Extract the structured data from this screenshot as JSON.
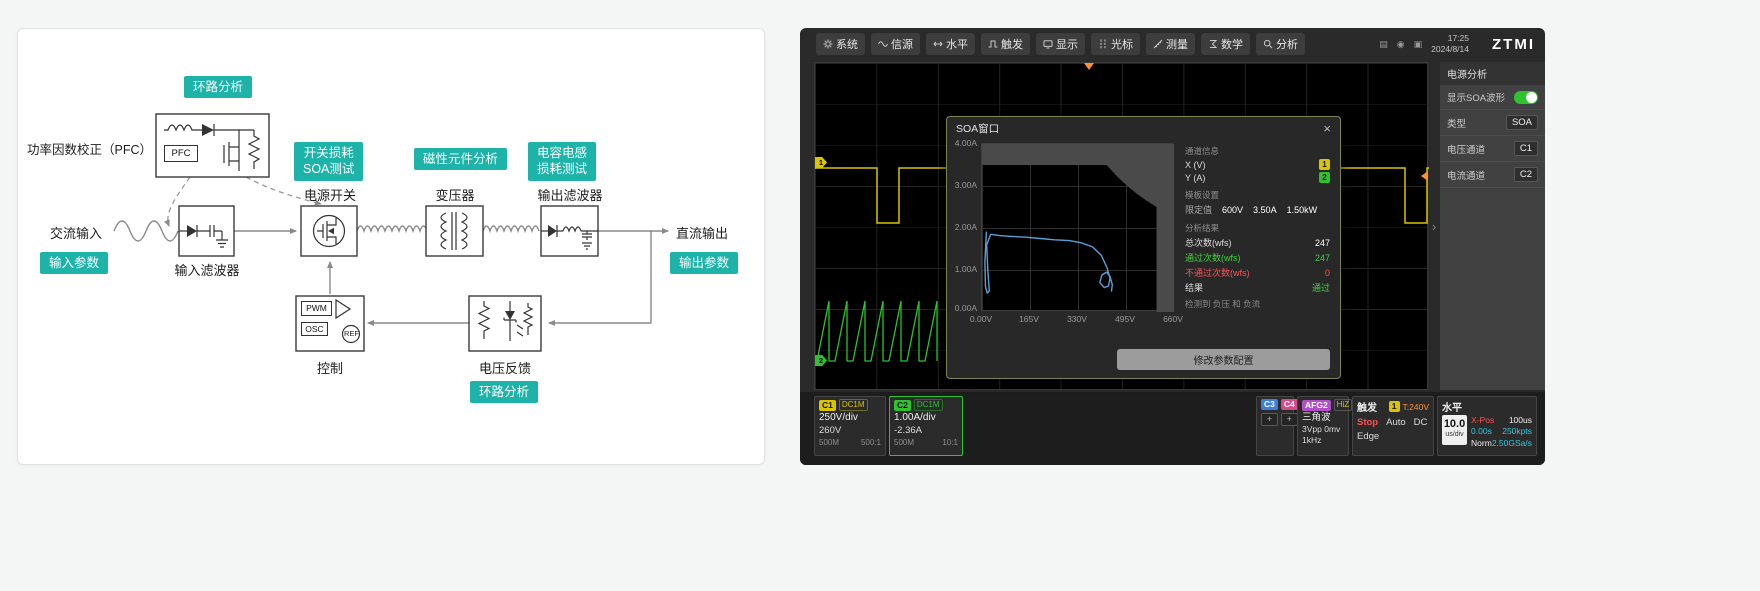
{
  "colors": {
    "accent_teal": "#1db3a9",
    "ch1_yellow": "#d9c400",
    "ch2_green": "#2ec22e",
    "ch3_blue": "#3f7fd9",
    "ch4_pink": "#d9488a",
    "afg_purple": "#b14fc9",
    "trig_orange": "#ff9030",
    "cyan": "#2fc9e0",
    "error_red": "#ff5050",
    "pass_green": "#3fd23f"
  },
  "diagram": {
    "badges": {
      "loop_top": "环路分析",
      "input_params": "输入参数",
      "switch_loss_line1": "开关损耗",
      "switch_loss_line2": "SOA测试",
      "magnetic": "磁性元件分析",
      "cap_loss_line1": "电容电感",
      "cap_loss_line2": "损耗测试",
      "output_params": "输出参数",
      "loop_bottom": "环路分析"
    },
    "labels": {
      "pfc_title": "功率因数校正（PFC）",
      "pfc_chip": "PFC",
      "ac_input": "交流输入",
      "input_filter": "输入滤波器",
      "power_switch": "电源开关",
      "transformer": "变压器",
      "output_filter": "输出滤波器",
      "dc_output": "直流输出",
      "control": "控制",
      "feedback": "电压反馈",
      "pwm": "PWM",
      "osc": "OSC",
      "ref": "REF"
    }
  },
  "scope": {
    "menu": [
      {
        "label": "系统"
      },
      {
        "label": "信源"
      },
      {
        "label": "水平"
      },
      {
        "label": "触发"
      },
      {
        "label": "显示"
      },
      {
        "label": "光标"
      },
      {
        "label": "测量"
      },
      {
        "label": "数学"
      },
      {
        "label": "分析"
      }
    ],
    "clock_time": "17:25",
    "clock_date": "2024/8/14",
    "brand": "ZTMI",
    "display_markers": {
      "ch1": "1",
      "ch2": "2"
    },
    "sidebar": {
      "title": "电源分析",
      "soa_toggle_label": "显示SOA波形",
      "type_label": "类型",
      "type_value": "SOA",
      "vchan_label": "电压通道",
      "vchan_value": "C1",
      "ichan_label": "电流通道",
      "ichan_value": "C2"
    },
    "dialog": {
      "title": "SOA窗口",
      "close": "×",
      "channel_section": "通道信息",
      "x_label": "X (V)",
      "x_value": "1",
      "y_label": "Y (A)",
      "y_value": "2",
      "template_section": "模板设置",
      "limit_label": "限定值",
      "limit_voltage": "600V",
      "limit_current": "3.50A",
      "limit_power": "1.50kW",
      "result_section": "分析结果",
      "total_label": "总次数(wfs)",
      "total_value": "247",
      "pass_label": "通过次数(wfs)",
      "pass_value": "247",
      "fail_label": "不通过次数(wfs)",
      "fail_value": "0",
      "result_label": "结果",
      "result_value": "通过",
      "note": "检测到 负压 和 负流",
      "button": "修改参数配置"
    },
    "chart_data": {
      "type": "scatter",
      "title": "SOA窗口",
      "x_ticks": [
        "0.00V",
        "165V",
        "330V",
        "495V",
        "660V"
      ],
      "y_ticks": [
        "4.00A",
        "3.00A",
        "2.00A",
        "1.00A",
        "0.00A"
      ],
      "xlim": [
        0,
        660
      ],
      "ylim": [
        0,
        4
      ],
      "xlabel": "V",
      "ylabel": "A",
      "grid": true,
      "template_limits": {
        "voltage_v": 600,
        "current_a": 3.5,
        "power_kw": 1.5
      },
      "trace_color": "#5fa8e0",
      "trace": [
        [
          15,
          1.9
        ],
        [
          10,
          1.2
        ],
        [
          12,
          0.6
        ],
        [
          18,
          0.45
        ],
        [
          25,
          0.5
        ],
        [
          20,
          1.0
        ],
        [
          16,
          1.6
        ],
        [
          30,
          1.85
        ],
        [
          60,
          1.82
        ],
        [
          100,
          1.8
        ],
        [
          150,
          1.78
        ],
        [
          200,
          1.75
        ],
        [
          250,
          1.72
        ],
        [
          300,
          1.7
        ],
        [
          340,
          1.65
        ],
        [
          380,
          1.55
        ],
        [
          410,
          1.35
        ],
        [
          430,
          1.05
        ],
        [
          440,
          0.8
        ],
        [
          435,
          0.62
        ],
        [
          420,
          0.58
        ],
        [
          405,
          0.7
        ],
        [
          412,
          0.88
        ],
        [
          428,
          0.95
        ],
        [
          440,
          0.85
        ],
        [
          448,
          0.65
        ],
        [
          445,
          0.5
        ]
      ]
    },
    "channels": {
      "c1": {
        "name": "C1",
        "coupling": "DC1M",
        "scale": "250V/div",
        "offset": "260V",
        "bandwidth": "500M",
        "probe": "500:1"
      },
      "c2": {
        "name": "C2",
        "coupling": "DC1M",
        "scale": "1.00A/div",
        "offset": "-2.36A",
        "bandwidth": "500M",
        "probe": "10:1"
      },
      "c3_name": "C3",
      "c4_name": "C4",
      "add": "+"
    },
    "afg": {
      "name": "AFG2",
      "impedance": "HiZ",
      "wave": "三角波",
      "amplitude": "3Vpp 0mv",
      "frequency": "1kHz"
    },
    "trigger": {
      "title": "触发",
      "source": "1",
      "level": "T:240V",
      "state": "Stop",
      "mode": "Auto",
      "coupling": "DC",
      "type": "Edge"
    },
    "horizontal": {
      "title": "水平",
      "scale": "10.0",
      "unit": "us/div",
      "xpos_label": "X-Pos",
      "xpos_value": "100us",
      "delay": "0.00s",
      "record": "250kpts",
      "acquire": "Norm",
      "samplerate": "2.50GSa/s"
    }
  }
}
